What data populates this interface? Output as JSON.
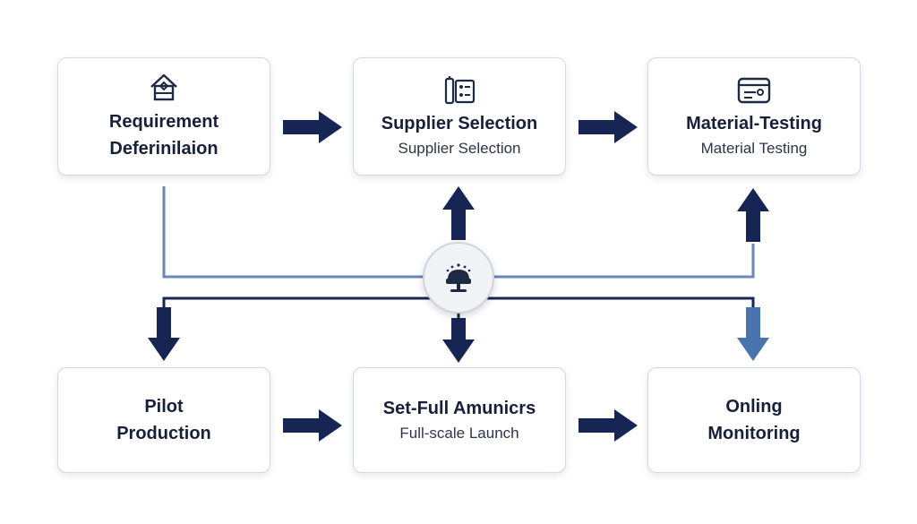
{
  "colors": {
    "arrow_dark": "#172554",
    "arrow_light": "#4a72ad",
    "line_light": "#6b87b8",
    "box_border": "#d3d7de"
  },
  "nodes": {
    "requirement": {
      "icon": "house-tag-icon",
      "title_line1": "Requirement",
      "title_line2": "Deferinilaion"
    },
    "supplier": {
      "icon": "clipboard-list-icon",
      "title": "Supplier Selection",
      "subtitle": "Supplier Selection"
    },
    "material": {
      "icon": "browser-window-icon",
      "title": "Material-Testing",
      "subtitle": "Material Testing"
    },
    "pilot": {
      "title_line1": "Pilot",
      "title_line2": "Production"
    },
    "launch": {
      "title": "Set-Full Amunicrs",
      "subtitle": "Full-scale Launch"
    },
    "monitoring": {
      "title_line1": "Onling",
      "title_line2": "Monitoring"
    }
  },
  "hub": {
    "icon": "monitor-stand-icon"
  }
}
